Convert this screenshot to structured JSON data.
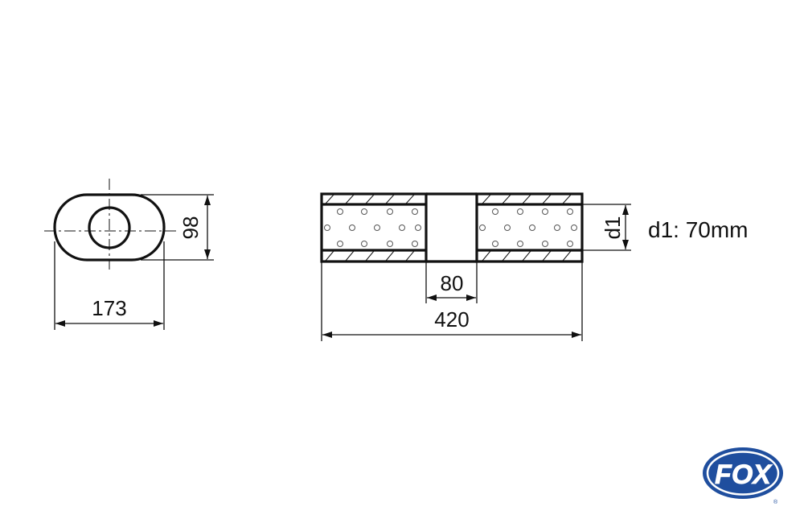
{
  "dimensions": {
    "width": "173",
    "height": "98",
    "inner_gap": "80",
    "total_length": "420",
    "pipe_label": "d1"
  },
  "spec": {
    "diameter_text": "d1: 70mm"
  },
  "brand": {
    "logo_text": "FOX",
    "trademark": "®",
    "color": "#1f4e9e"
  }
}
